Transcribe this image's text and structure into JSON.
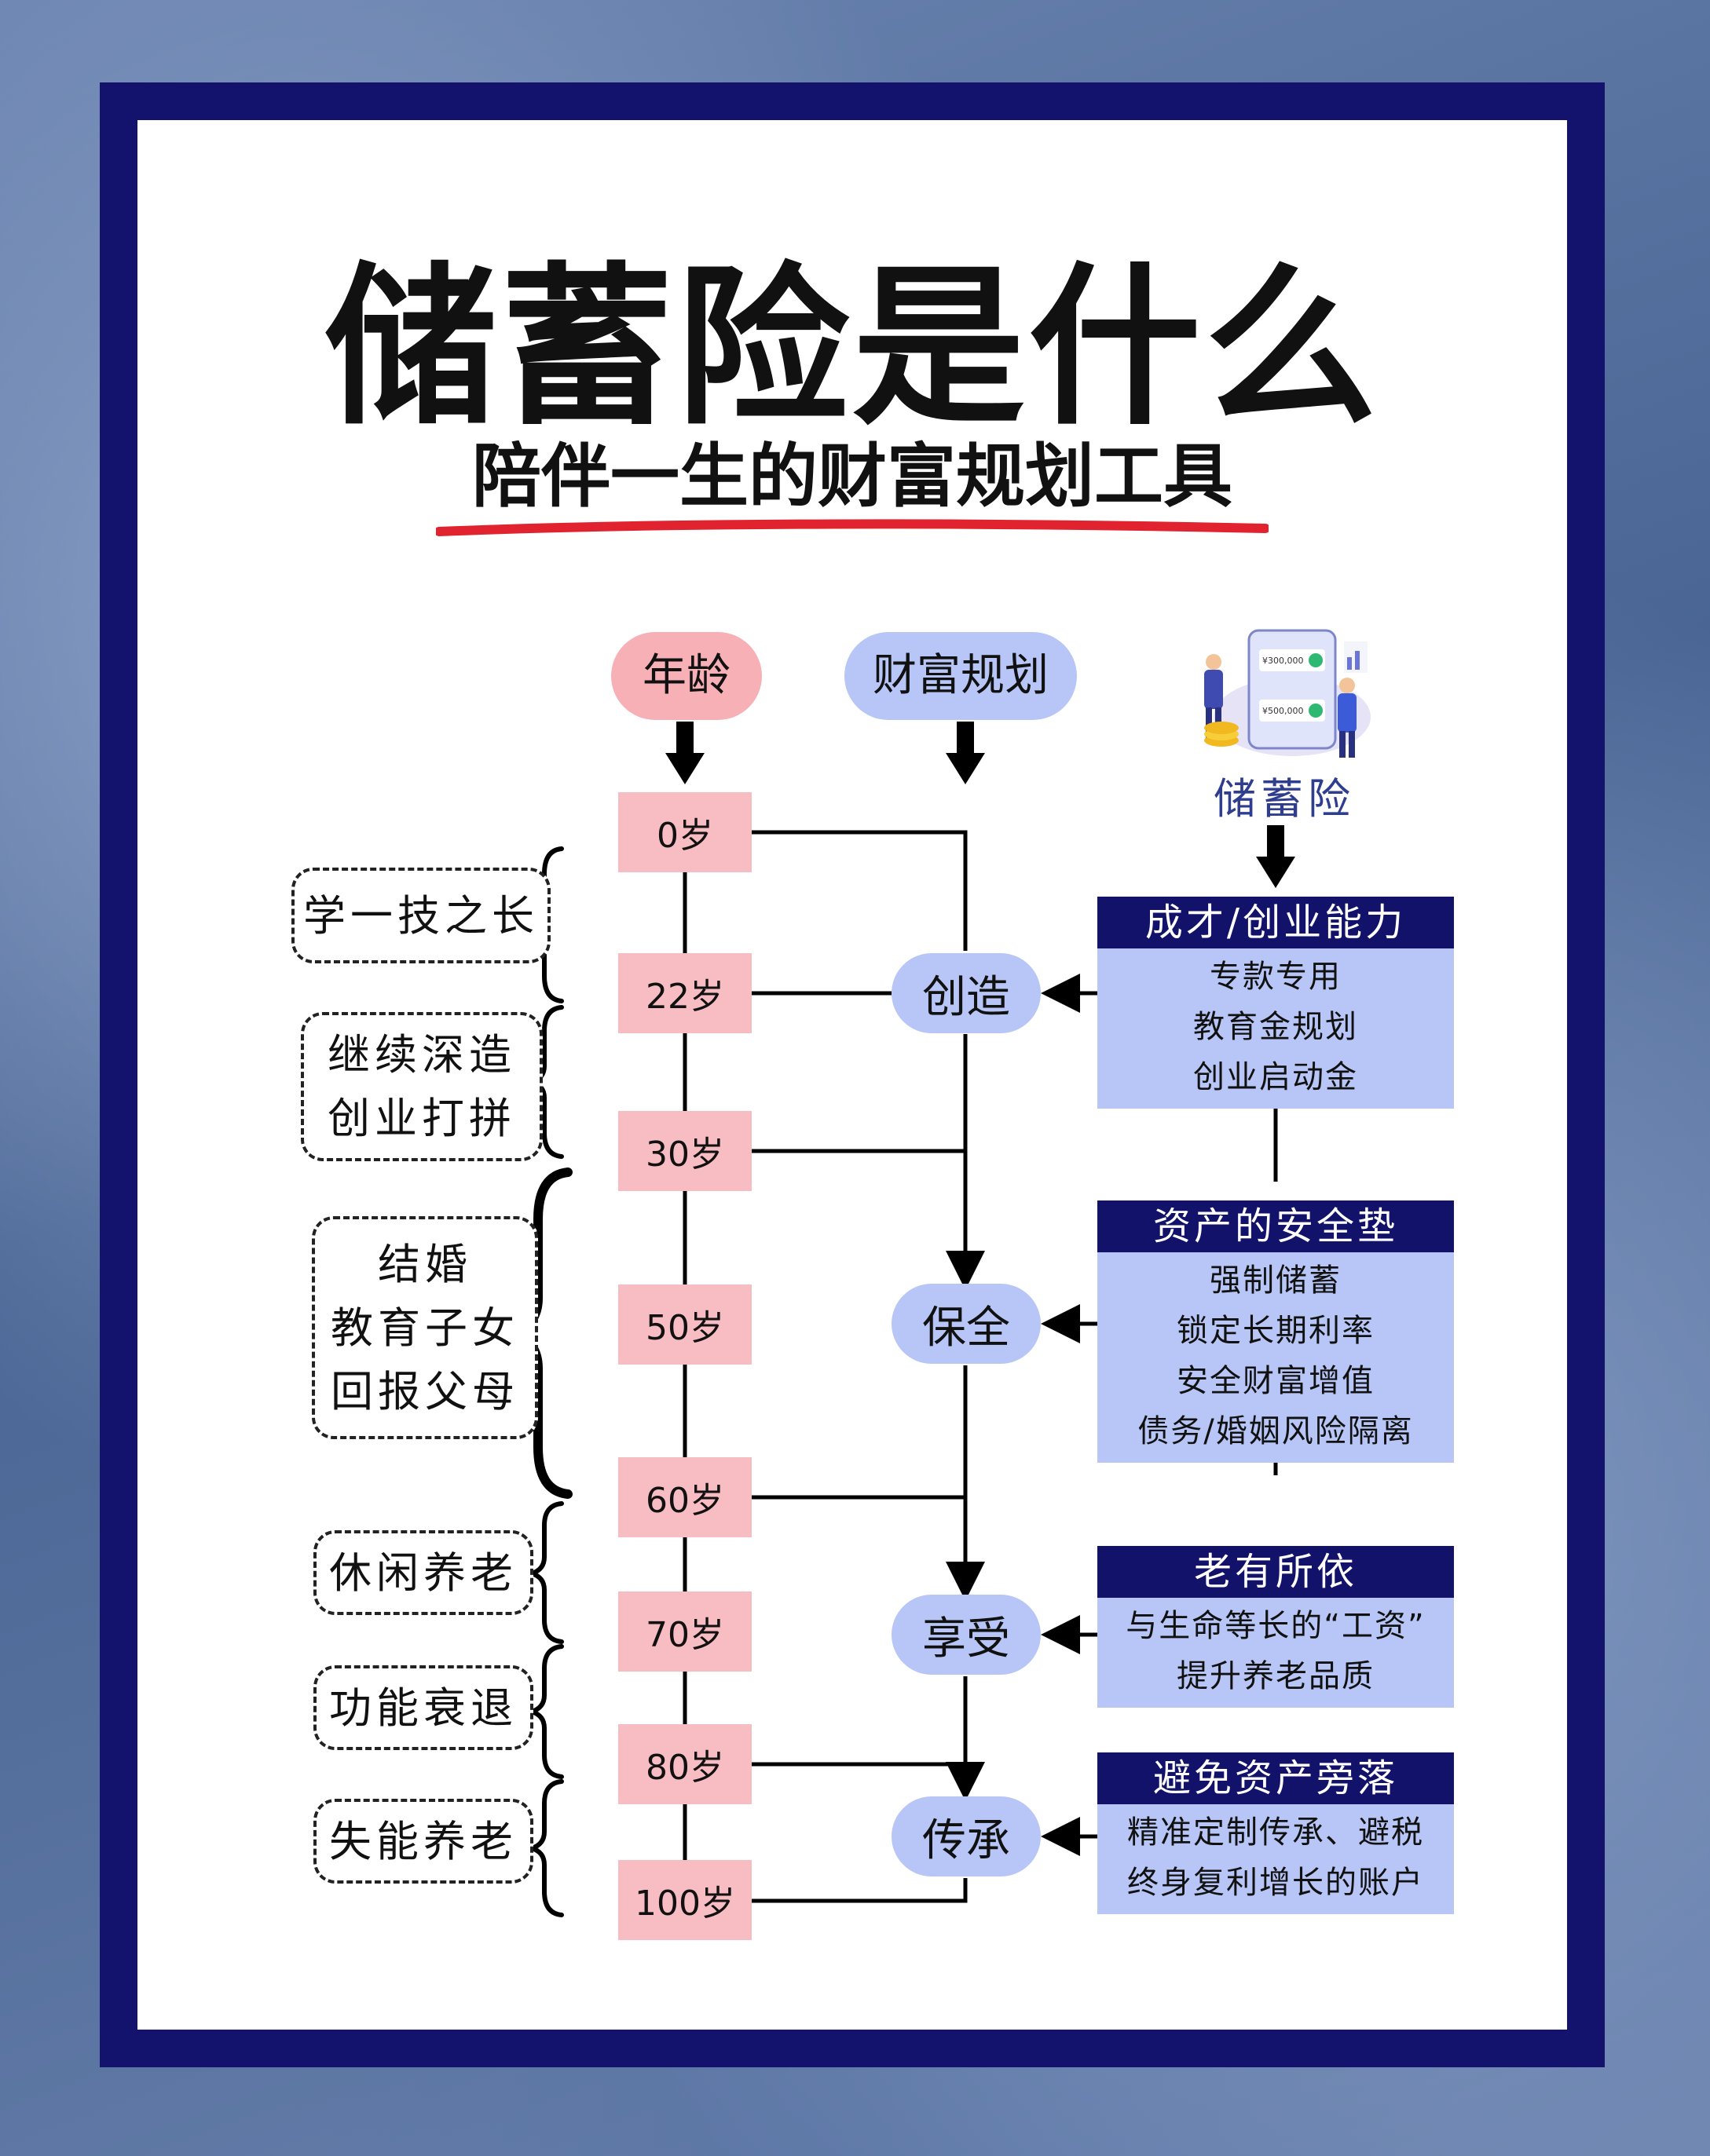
{
  "title": "储蓄险是什么",
  "subtitle": "陪伴一生的财富规划工具",
  "headers": {
    "age": "年龄",
    "plan": "财富规划",
    "product": "储蓄险"
  },
  "ages": [
    "0岁",
    "22岁",
    "30岁",
    "50岁",
    "60岁",
    "70岁",
    "80岁",
    "100岁"
  ],
  "stages": [
    "创造",
    "保全",
    "享受",
    "传承"
  ],
  "life_events": [
    {
      "lines": [
        "学一技之长"
      ]
    },
    {
      "lines": [
        "继续深造",
        "创业打拼"
      ]
    },
    {
      "lines": [
        "结婚",
        "教育子女",
        "回报父母"
      ]
    },
    {
      "lines": [
        "休闲养老"
      ]
    },
    {
      "lines": [
        "功能衰退"
      ]
    },
    {
      "lines": [
        "失能养老"
      ]
    }
  ],
  "benefits": [
    {
      "title": "成才/创业能力",
      "items": [
        "专款专用",
        "教育金规划",
        "创业启动金"
      ]
    },
    {
      "title": "资产的安全垫",
      "items": [
        "强制储蓄",
        "锁定长期利率",
        "安全财富增值",
        "债务/婚姻风险隔离"
      ]
    },
    {
      "title": "老有所依",
      "items": [
        "与生命等长的“工资”",
        "提升养老品质"
      ]
    },
    {
      "title": "避免资产旁落",
      "items": [
        "精准定制传承、避税",
        "终身复利增长的账户"
      ]
    }
  ],
  "illustration": {
    "amount_top": "¥300,000",
    "amount_bottom": "¥500,000"
  },
  "colors": {
    "navy": "#13136e",
    "pink": "#f8bcc3",
    "blue": "#b7c6f6",
    "red_underline": "#e0232e"
  }
}
